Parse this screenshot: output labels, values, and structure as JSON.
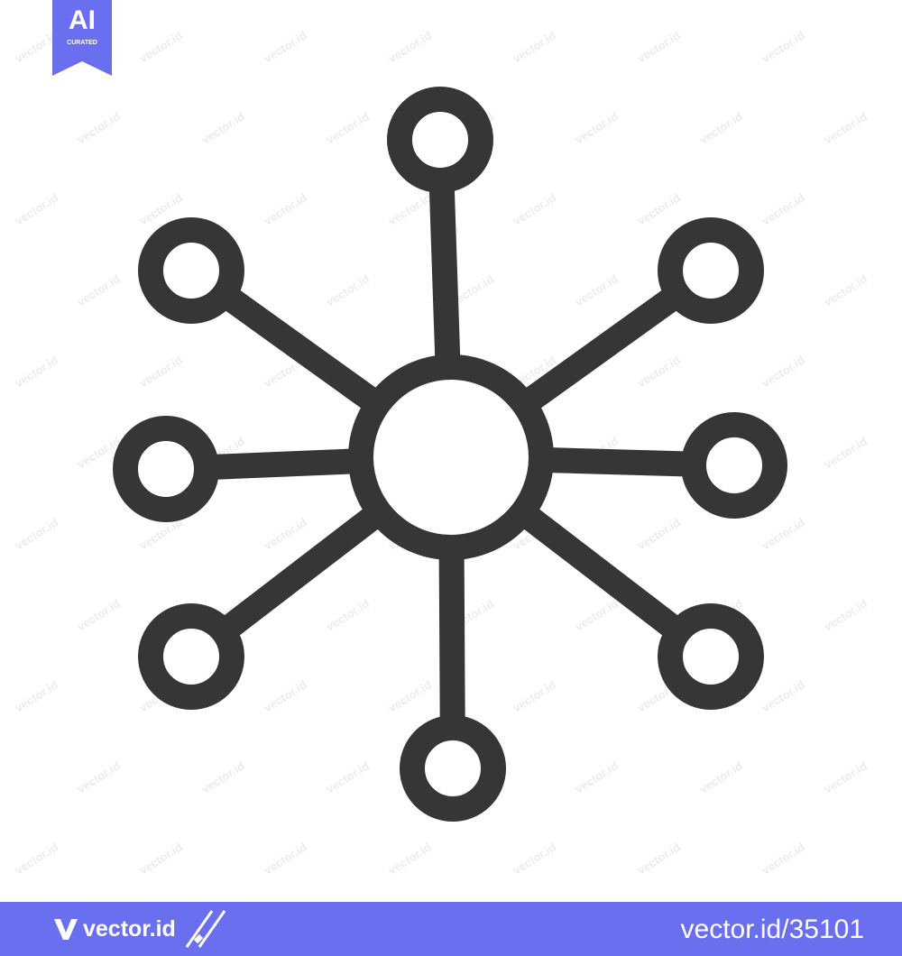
{
  "colors": {
    "icon_stroke": "#363636",
    "brand": "#6a6ff0",
    "background": "#ffffff",
    "watermark": "#ececec"
  },
  "badge": {
    "title": "AI",
    "subtitle": "CURATED"
  },
  "watermark": {
    "text": "vector.id"
  },
  "footer": {
    "brand_text": "vector.id",
    "asset_id": "vector.id/35101"
  },
  "icon": {
    "name": "network-hub-icon",
    "satellite_count": 8
  }
}
